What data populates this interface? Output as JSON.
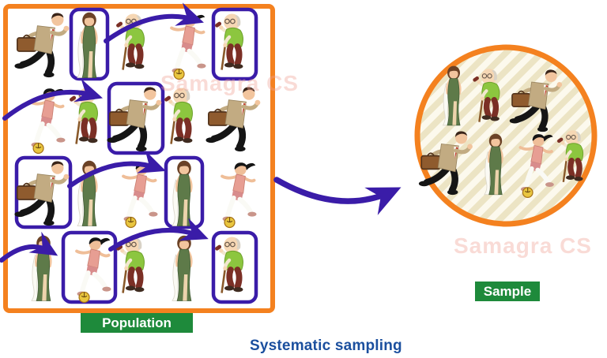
{
  "title": "Systematic sampling",
  "watermark": "Samagra CS",
  "population": {
    "label": "Population",
    "rows": [
      [
        "businessman",
        "woman",
        "oldman",
        "girl",
        "oldman"
      ],
      [
        "girl",
        "oldman",
        "businessman",
        "oldman",
        "businessman"
      ],
      [
        "businessman",
        "woman",
        "girl",
        "woman",
        "girl"
      ],
      [
        "woman",
        "girl",
        "oldman",
        "woman",
        "oldman"
      ]
    ],
    "selected": [
      [
        0,
        1
      ],
      [
        0,
        4
      ],
      [
        1,
        2
      ],
      [
        2,
        0
      ],
      [
        2,
        3
      ],
      [
        3,
        1
      ],
      [
        3,
        4
      ]
    ]
  },
  "sample": {
    "label": "Sample",
    "members": [
      "woman",
      "oldman",
      "businessman",
      "businessman",
      "woman",
      "girl",
      "oldman"
    ]
  },
  "figure_legend": {
    "businessman": "running businessman with briefcase",
    "woman": "woman in green evening dress",
    "oldman": "elderly man singing into microphone with cane",
    "girl": "girl kicking a soccer ball"
  },
  "colors": {
    "frame_orange": "#F4811F",
    "selection_purple": "#3A1CA8",
    "label_green": "#1E8A3B",
    "title_blue": "#1B4F9E"
  }
}
